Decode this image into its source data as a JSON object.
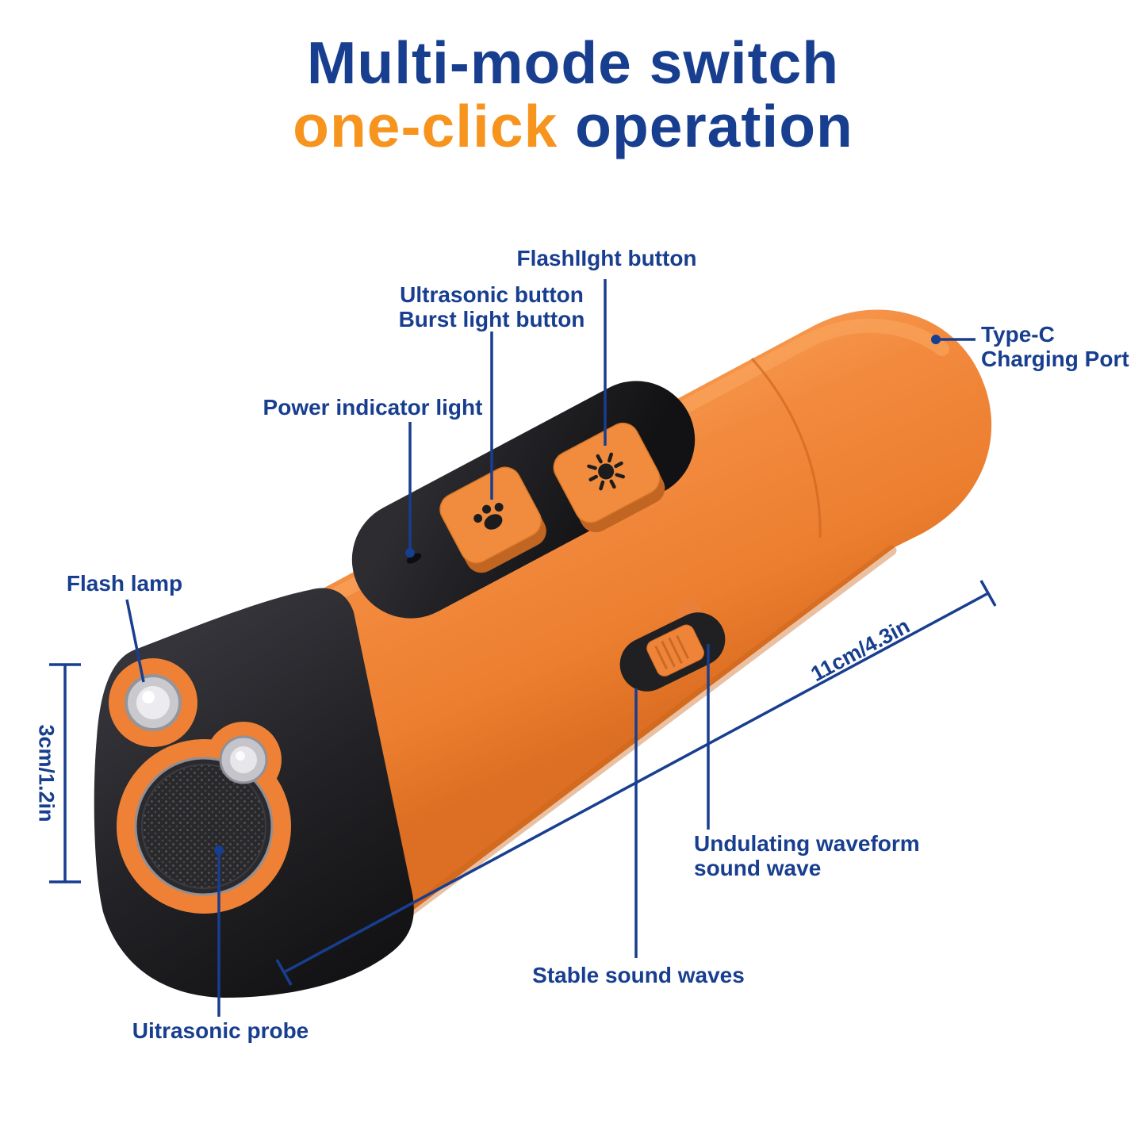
{
  "title": {
    "line1": "Multi-mode switch",
    "line2_accent": "one-click",
    "line2_rest": "operation"
  },
  "callouts": {
    "flashlight_button": "FlashlIght button",
    "ultrasonic_button_line1": "Ultrasonic button",
    "ultrasonic_button_line2": "Burst light button",
    "power_indicator": "Power indicator light",
    "type_c_line1": "Type-C",
    "type_c_line2": "Charging Port",
    "flash_lamp": "Flash lamp",
    "undulating_line1": "Undulating waveform",
    "undulating_line2": "sound wave",
    "stable_sound": "Stable sound waves",
    "ultrasonic_probe": "Uitrasonic probe"
  },
  "dimensions": {
    "height": "3cm/1.2in",
    "length": "11cm/4.3in"
  },
  "icons": {
    "ultrasonic_button_icon": "paw-icon",
    "flashlight_button_icon": "light-rays-icon"
  },
  "colors": {
    "label_blue": "#183E8F",
    "accent_orange": "#F7941D",
    "device_orange": "#F08233",
    "device_black": "#1E1E22"
  }
}
